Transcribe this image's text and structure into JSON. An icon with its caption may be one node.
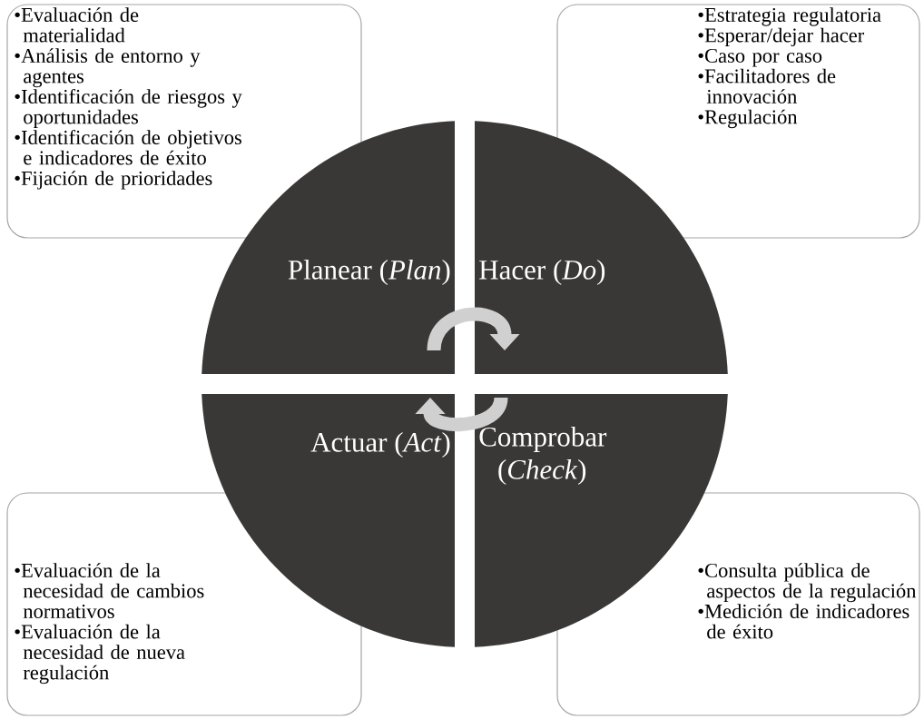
{
  "diagram": {
    "nodes": [
      {
        "text": [
          "Planear (*Plan*)"
        ]
      },
      {
        "text": [
          "Hacer (*Do*)"
        ]
      },
      {
        "text": [
          "Comprobar (*Check*)"
        ]
      },
      {
        "text": [
          "Actuar (*Act*)"
        ]
      },
      {
        "text": [
          "•Evaluación de materialidad",
          "•Análisis de entorno y agentes",
          "•Identificación de riesgos y oportunidades",
          "•Identificación de objetivos e indicadores de éxito",
          "•Fijación de prioridades"
        ]
      },
      {
        "text": [
          "•Estrategia regulatoria",
          "•Esperar/dejar hacer",
          "•Caso por caso",
          "•Facilitadores de innovación",
          "•Regulación"
        ]
      },
      {
        "text": [
          "•Consulta pública de aspectos de la regulación",
          "•Medición de indicadores de éxito"
        ]
      },
      {
        "text": [
          "•Evaluación de la necesidad de cambios normativos",
          "•Evaluación de la necesidad de nueva regulación"
        ]
      }
    ],
    "edges": [
      {
        "from": 0,
        "to": 1,
        "arrow": "to"
      },
      {
        "from": 2,
        "to": 3,
        "arrow": "to"
      }
    ]
  }
}
